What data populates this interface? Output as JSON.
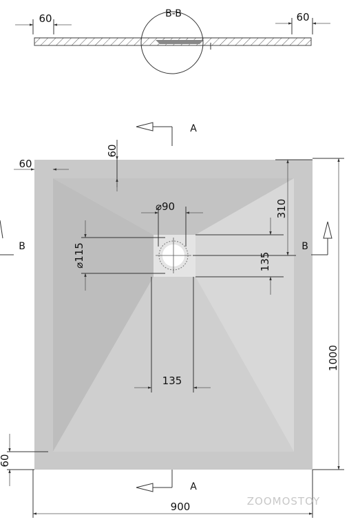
{
  "section": {
    "label": "B-B",
    "left_dim": "60",
    "right_dim": "60"
  },
  "plan": {
    "section_a_top": "A",
    "section_a_bottom": "A",
    "section_b_left": "B",
    "section_b_right": "B",
    "dims": {
      "border_top": "60",
      "border_left": "60",
      "border_bottom_left": "60",
      "drain_diameter": "⌀90",
      "drain_box": "⌀115",
      "drain_offset_y": "310",
      "drain_box_height": "135",
      "drain_box_width": "135",
      "overall_height": "1000",
      "overall_width": "900"
    }
  },
  "watermark": "ZOOMOSTOY",
  "colors": {
    "tray_outer": "#c9c9c9",
    "tray_inner": "#d3d3d3",
    "slope_dark": "#bebebe",
    "slope_mid": "#c6c6c6",
    "slope_light": "#d9d9d9",
    "drain_box": "#e4e4e4"
  }
}
